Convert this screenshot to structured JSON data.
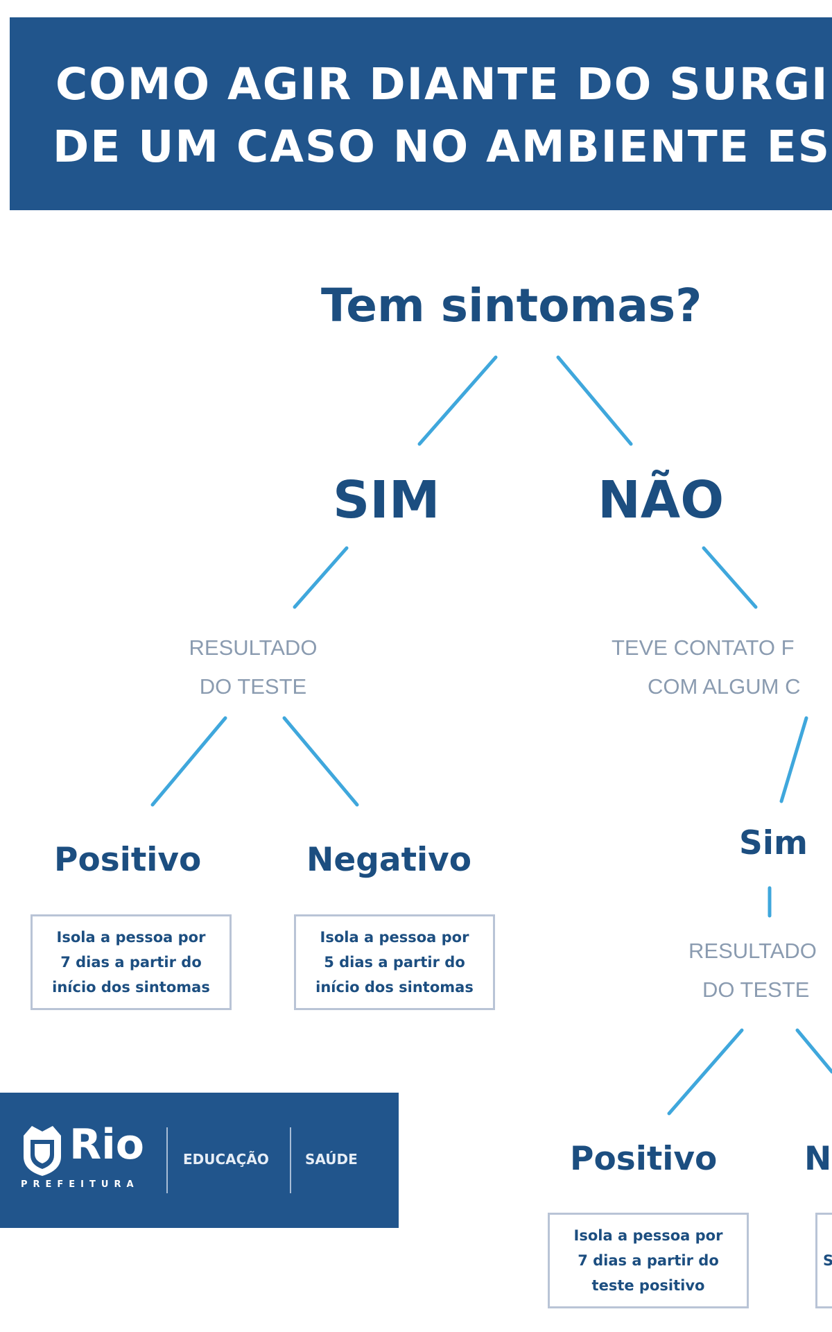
{
  "header": {
    "line1": "COMO AGIR DIANTE DO SURGIM",
    "line2": "DE UM CASO NO AMBIENTE ESCO"
  },
  "root_question": "Tem sintomas?",
  "answers": {
    "yes": "SIM",
    "no": "NÃO"
  },
  "left_branch": {
    "test_label": [
      "RESULTADO",
      "DO TESTE"
    ],
    "positive": {
      "label": "Positivo",
      "note": [
        "Isola a pessoa por",
        "7 dias a partir do",
        "início dos sintomas"
      ]
    },
    "negative": {
      "label": "Negativo",
      "note": [
        "Isola a pessoa por",
        "5 dias a partir do",
        "início dos sintomas"
      ]
    }
  },
  "right_branch": {
    "contact_label": [
      "TEVE CONTATO F",
      "COM ALGUM C"
    ],
    "yes_label": "Sim",
    "test_label": [
      "RESULTADO",
      "DO TESTE"
    ],
    "positive": {
      "label": "Positivo",
      "note": [
        "Isola a pessoa por",
        "7 dias a partir do",
        "teste positivo"
      ]
    },
    "negative_cut": "N",
    "negative_note_cut": "S"
  },
  "logo": {
    "name": "Rio",
    "sub": "PREFEITURA",
    "dept1": "EDUCAÇÃO",
    "dept2": "SAÚDE"
  },
  "colors": {
    "navy": "#21558c",
    "title_text": "#1c4e80",
    "connector": "#3fa7dc",
    "gray_label": "#8a9bb0"
  }
}
